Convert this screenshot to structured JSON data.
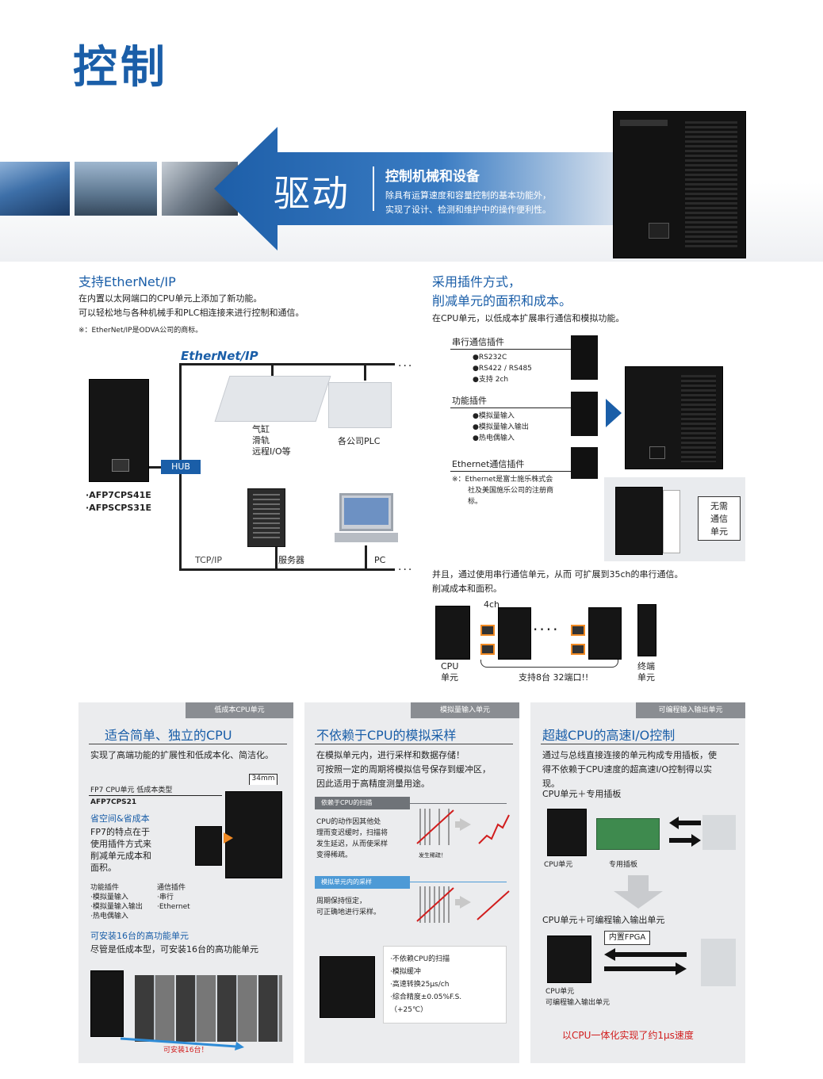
{
  "page_title": "控制",
  "banner": {
    "drive_label": "驱动",
    "heading": "控制机械和设备",
    "text_line1": "除具有运算速度和容量控制的基本功能外，",
    "text_line2": "实现了设计、检测和维护中的操作便利性。"
  },
  "ethernet_section": {
    "title": "支持EtherNet/IP",
    "line1": "在内置以太网端口的CPU单元上添加了新功能。",
    "line2": "可以轻松地与各种机械手和PLC相连接来进行控制和通信。",
    "note": "※：EtherNet/IP是ODVA公司的商标。",
    "logo": "EtherNet/IP",
    "hub": "HUB",
    "model1": "·AFP7CPS41E",
    "model2": "·AFPSCPS31E",
    "robot_label1": "气缸",
    "robot_label2": "滑轨",
    "robot_label3": "远程I/O等",
    "plc_label": "各公司PLC",
    "tcpip": "TCP/IP",
    "server_label": "服务器",
    "pc_label": "PC"
  },
  "plugin_section": {
    "title_line1": "采用插件方式，",
    "title_line2": "削减单元的面积和成本。",
    "intro": "在CPU单元，以低成本扩展串行通信和模拟功能。",
    "serial_title": "串行通信插件",
    "serial_items": [
      "●RS232C",
      "●RS422 / RS485",
      "●支持 2ch"
    ],
    "func_title": "功能插件",
    "func_items": [
      "●模拟量输入",
      "●模拟量输入输出",
      "●热电偶输入"
    ],
    "eth_title": "Ethernet通信插件",
    "eth_note1": "※：Ethernet是富士施乐株式会",
    "eth_note2": "社及美国施乐公司的注册商",
    "eth_note3": "标。",
    "no_comm_1": "无需",
    "no_comm_2": "通信",
    "no_comm_3": "单元",
    "serial_ext_line1": "并且，通过使用串行通信单元，从而 可扩展到35ch的串行通信。",
    "serial_ext_line2": "削减成本和面积。",
    "ch_label": "4ch",
    "dots": "····",
    "cpu_label1": "CPU",
    "cpu_label2": "单元",
    "support_label": "支持8台 32端口!!",
    "end_label1": "终端",
    "end_label2": "单元"
  },
  "card1": {
    "tag": "低成本CPU单元",
    "title": "适合简单、独立的CPU",
    "subtitle": "实现了高端功能的扩展性和低成本化、简洁化。",
    "dim": "34mm",
    "model_type": "FP7 CPU单元  低成本类型",
    "model": "AFP7CPS21",
    "feature_title": "省空间&省成本",
    "feature_lines": [
      "FP7的特点在于",
      "使用插件方式来",
      "削减单元成本和",
      "面积。"
    ],
    "func_plugin": "功能插件",
    "func_items": [
      "·模拟量输入",
      "·模拟量输入输出",
      "·热电偶输入"
    ],
    "comm_plugin": "通信插件",
    "comm_items": [
      "·串行",
      "·Ethernet"
    ],
    "mount_title": "可安装16台的高功能单元",
    "mount_text": "尽管是低成本型，可安装16台的高功能单元",
    "mount_caption": "可安装16台！"
  },
  "card2": {
    "tag": "模拟量输入单元",
    "title": "不依赖于CPU的模拟采样",
    "lines": [
      "在模拟单元内，进行采样和数据存储！",
      "可按照一定的周期将模拟信号保存到缓冲区，",
      "因此适用于高精度测量用途。"
    ],
    "bar1": "依赖于CPU的扫描",
    "bar1_text": [
      "CPU的动作因其他处",
      "理而变迟缓时，扫描将",
      "发生延迟，从而使采样",
      "变得稀疏。"
    ],
    "sparse": "发生稀疏！",
    "bar2": "模拟单元内的采样",
    "bar2_text": [
      "周期保持恒定，",
      "可正确地进行采样。"
    ],
    "specs": [
      "·不依赖CPU的扫描",
      "·模拟缓冲",
      "·高速转换25μs/ch",
      "·综合精度±0.05%F.S.",
      "（+25℃）"
    ]
  },
  "card3": {
    "tag": "可编程输入输出单元",
    "title": "超越CPU的高速I/O控制",
    "lines": [
      "通过与总线直接连接的单元构成专用插板，使",
      "得不依赖于CPU速度的超高速I/O控制得以实",
      "现。"
    ],
    "combo1": "CPU单元＋专用插板",
    "cpu_label": "CPU单元",
    "board_label": "专用插板",
    "combo2": "CPU单元＋可编程输入输出单元",
    "fpga": "内置FPGA",
    "unit_label1": "CPU单元",
    "unit_label2": "可编程输入输出单元",
    "result": "以CPU一体化实现了约1μs速度"
  },
  "colors": {
    "accent": "#1a5ea8",
    "red": "#d11d1d",
    "card_bg": "#ebecee",
    "tag_bg": "#8a8d92"
  }
}
